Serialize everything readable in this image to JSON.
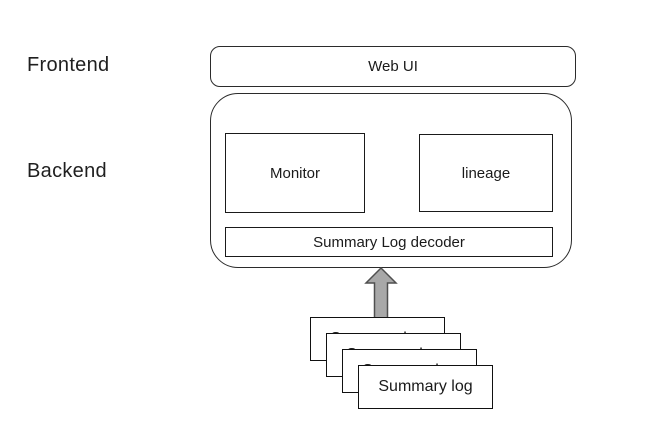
{
  "labels": {
    "frontend": "Frontend",
    "backend": "Backend"
  },
  "frontend": {
    "web_ui_label": "Web UI"
  },
  "backend": {
    "monitor_label": "Monitor",
    "lineage_label": "lineage",
    "decoder_label": "Summary Log decoder"
  },
  "log_stack": {
    "item_label": "Summary log",
    "count": 4
  },
  "colors": {
    "background": "#ffffff",
    "box_border": "#1a1a1a",
    "text": "#1a1a1a",
    "arrow_fill": "#a8a8a8",
    "arrow_stroke": "#4f4f4f"
  }
}
